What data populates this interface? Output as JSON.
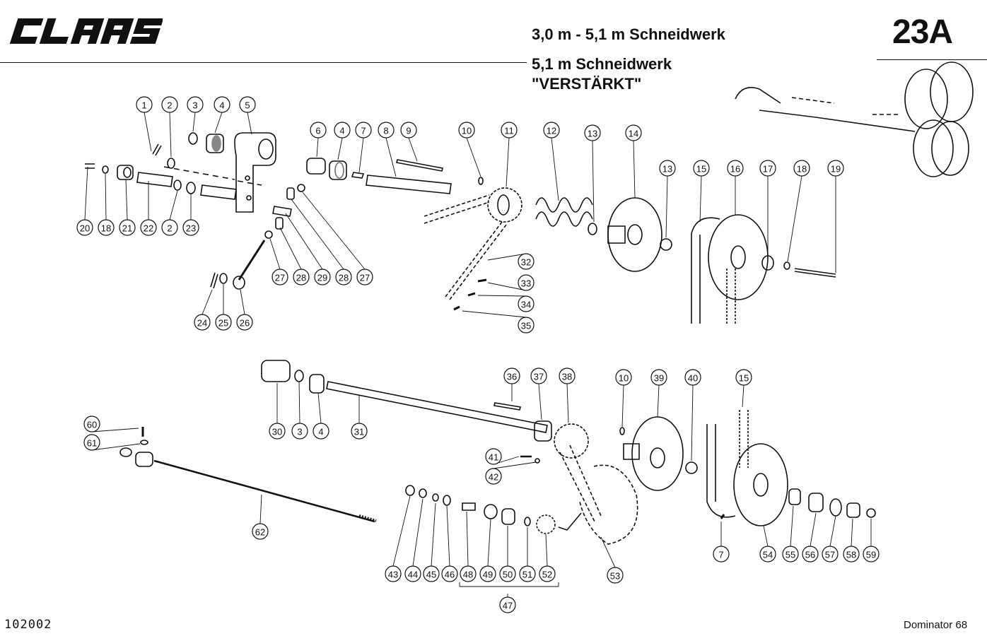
{
  "header": {
    "brand": "CLAAS",
    "title_line1": "3,0 m - 5,1 m Schneidwerk",
    "title_line2": "5,1 m Schneidwerk",
    "title_line3": "\"VERSTÄRKT\"",
    "page_number": "23A"
  },
  "footer": {
    "doc_code": "102002",
    "model": "Dominator 68"
  },
  "callouts": [
    "1",
    "2",
    "3",
    "4",
    "5",
    "20",
    "18",
    "21",
    "22",
    "2",
    "23",
    "6",
    "4",
    "7",
    "8",
    "9",
    "27",
    "28",
    "29",
    "28",
    "27",
    "24",
    "25",
    "26",
    "10",
    "11",
    "12",
    "13",
    "14",
    "13",
    "15",
    "16",
    "17",
    "18",
    "19",
    "32",
    "33",
    "34",
    "35",
    "30",
    "3",
    "4",
    "31",
    "36",
    "37",
    "38",
    "10",
    "39",
    "40",
    "15",
    "60",
    "61",
    "62",
    "41",
    "42",
    "43",
    "44",
    "45",
    "46",
    "48",
    "49",
    "50",
    "51",
    "52",
    "47",
    "53",
    "7",
    "54",
    "55",
    "56",
    "57",
    "58",
    "59"
  ]
}
